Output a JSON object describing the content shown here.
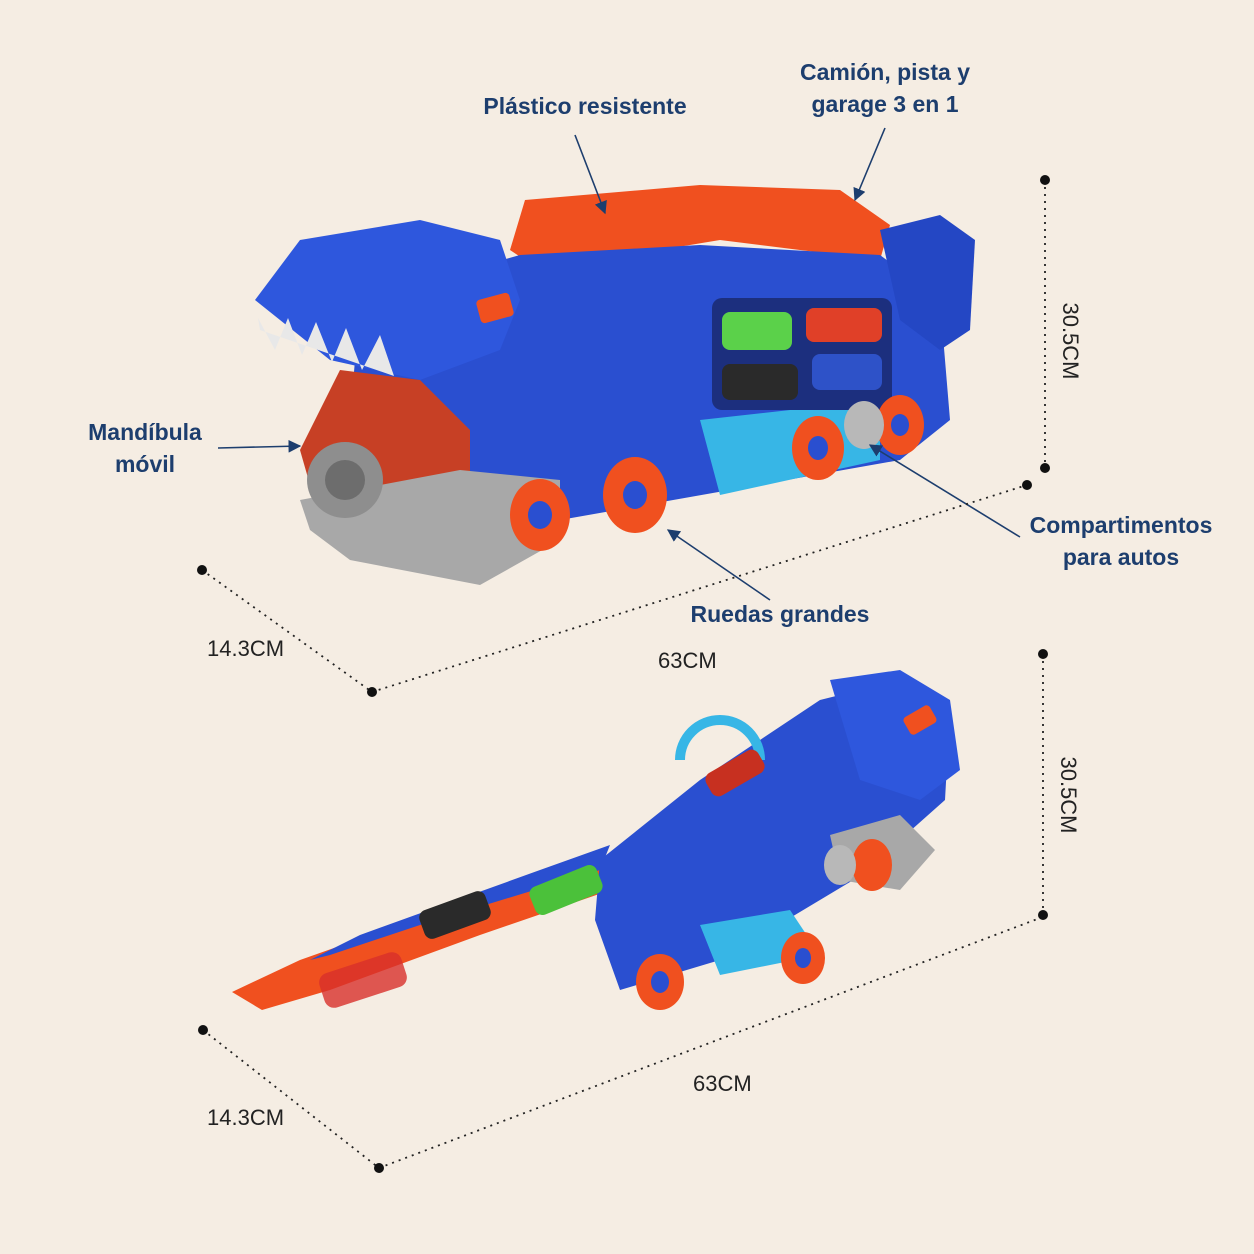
{
  "image": {
    "description_free": true
  },
  "callouts": {
    "plastic": "Plástico resistente",
    "three_in_one": "Camión, pista y\ngarage 3 en 1",
    "jaw": "Mandíbula\nmóvil",
    "compartments": "Compartimentos\npara autos",
    "wheels": "Ruedas grandes"
  },
  "dimensions_top": {
    "height": "30.5CM",
    "depth": "14.3CM",
    "length": "63CM"
  },
  "dimensions_bottom": {
    "height": "30.5CM",
    "depth": "14.3CM",
    "length": "63CM"
  },
  "colors": {
    "background": "#f5ede3",
    "label_text": "#1d3e6e",
    "toy_blue": "#2a4fd0",
    "toy_orange": "#f0501f",
    "toy_cyan": "#37b6e6",
    "toy_grey": "#b8b8b8"
  }
}
